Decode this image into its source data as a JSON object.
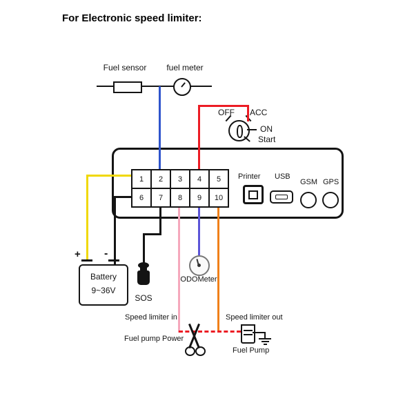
{
  "title": "For Electronic speed limiter:",
  "colors": {
    "yellow": "#F0D800",
    "blue": "#2F55CC",
    "purple": "#5C55D8",
    "red": "#EC1C24",
    "pink": "#F5A8BC",
    "orange": "#F08019",
    "black": "#141414",
    "gray": "#8A8A8A"
  },
  "fuel": {
    "sensor_label": "Fuel sensor",
    "meter_label": "fuel meter"
  },
  "ignition": {
    "off": "OFF",
    "acc": "ACC",
    "on": "ON",
    "start": "Start"
  },
  "device": {
    "printer_label": "Printer",
    "usb_label": "USB",
    "gsm_label": "GSM",
    "gps_label": "GPS",
    "pins_top": [
      "1",
      "2",
      "3",
      "4",
      "5"
    ],
    "pins_bottom": [
      "6",
      "7",
      "8",
      "9",
      "10"
    ]
  },
  "battery": {
    "name": "Battery",
    "voltage": "9~36V",
    "plus": "+",
    "minus": "-"
  },
  "sos_label": "SOS",
  "odometer_label": "ODOMeter",
  "speed_limiter": {
    "in_label": "Speed limiter in",
    "out_label": "Speed limiter out"
  },
  "fuel_pump": {
    "power_label": "Fuel pump Power",
    "pump_label": "Fuel Pump"
  }
}
